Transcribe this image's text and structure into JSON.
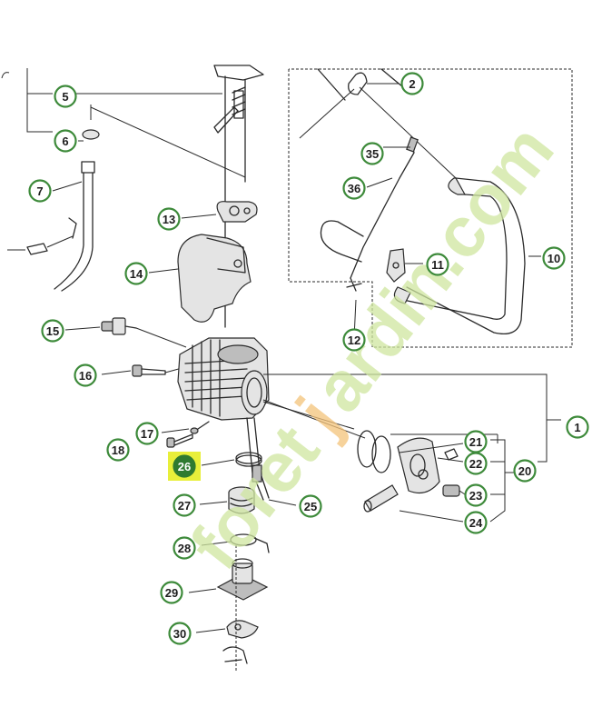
{
  "diagram": {
    "watermark": {
      "prefix": "foret",
      "accent": "j",
      "suffix": "ardin.com"
    },
    "highlighted_callout": "26",
    "colors": {
      "callout_stroke": "#3d8a3a",
      "highlight_fill": "#2f7a30",
      "highlight_bg": "#e8ef3a",
      "watermark_green": "#cfe6a0",
      "watermark_orange": "#f4c37a"
    },
    "callouts": [
      {
        "id": "c1",
        "label": "1"
      },
      {
        "id": "c2",
        "label": "2"
      },
      {
        "id": "c5",
        "label": "5"
      },
      {
        "id": "c6",
        "label": "6"
      },
      {
        "id": "c7",
        "label": "7"
      },
      {
        "id": "c10",
        "label": "10"
      },
      {
        "id": "c11",
        "label": "11"
      },
      {
        "id": "c12",
        "label": "12"
      },
      {
        "id": "c13",
        "label": "13"
      },
      {
        "id": "c14",
        "label": "14"
      },
      {
        "id": "c15",
        "label": "15"
      },
      {
        "id": "c16",
        "label": "16"
      },
      {
        "id": "c17",
        "label": "17"
      },
      {
        "id": "c18",
        "label": "18"
      },
      {
        "id": "c20",
        "label": "20"
      },
      {
        "id": "c21",
        "label": "21"
      },
      {
        "id": "c22",
        "label": "22"
      },
      {
        "id": "c23",
        "label": "23"
      },
      {
        "id": "c24",
        "label": "24"
      },
      {
        "id": "c25",
        "label": "25"
      },
      {
        "id": "c26",
        "label": "26"
      },
      {
        "id": "c27",
        "label": "27"
      },
      {
        "id": "c28",
        "label": "28"
      },
      {
        "id": "c29",
        "label": "29"
      },
      {
        "id": "c30",
        "label": "30"
      },
      {
        "id": "c35",
        "label": "35"
      },
      {
        "id": "c36",
        "label": "36"
      }
    ]
  }
}
